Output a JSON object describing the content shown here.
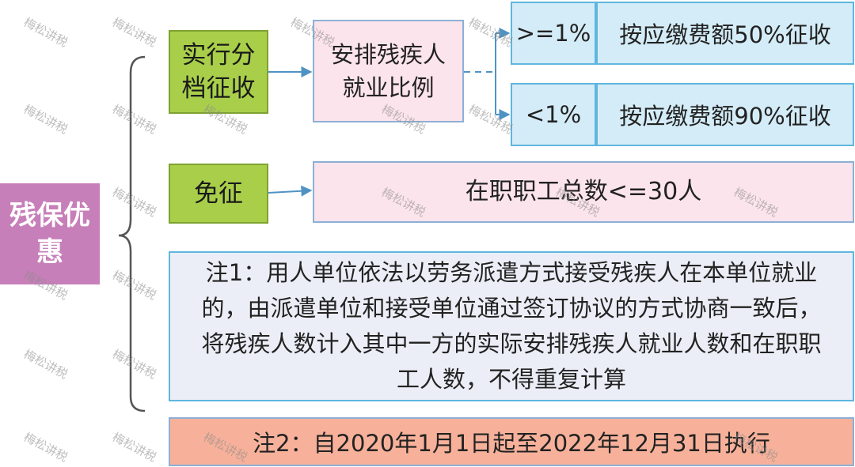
{
  "root": {
    "label": "残保优惠"
  },
  "branch_graded": {
    "label": "实行分档征收",
    "criterion": "安排残疾人就业比例",
    "tiers": [
      {
        "condition": ">=1%",
        "result": "按应缴费额50%征收"
      },
      {
        "condition": "<1%",
        "result": "按应缴费额90%征收"
      }
    ]
  },
  "branch_exempt": {
    "label": "免征",
    "condition": "在职职工总数<=30人"
  },
  "note1": "注1：用人单位依法以劳务派遣方式接受残疾人在本单位就业的，由派遣单位和接受单位通过签订协议的方式协商一致后，将残疾人数计入其中一方的实际安排残疾人就业人数和在职职工人数，不得重复计算",
  "note2": "注2：自2020年1月1日起至2022年12月31日执行",
  "watermark": "梅松讲税",
  "colors": {
    "root": "#c77fb9",
    "green": "#a9cf4a",
    "pink": "#fce4ec",
    "blue": "#d4ecf7",
    "note1": "#ebeef6",
    "note2": "#f7b19a",
    "line": "#4f93c4"
  }
}
